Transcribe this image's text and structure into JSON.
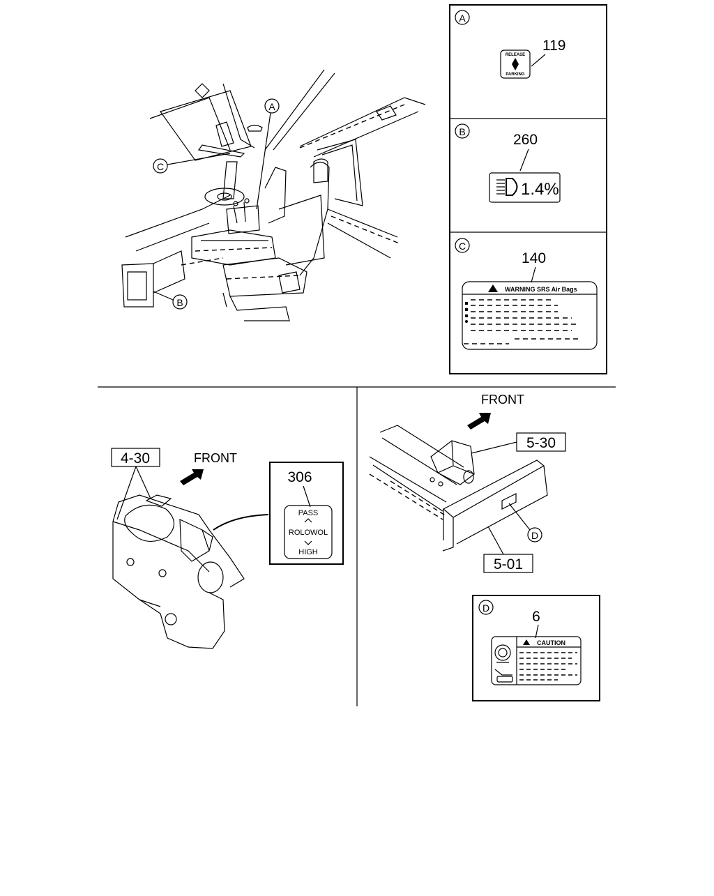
{
  "diagram": {
    "front_labels": [
      "FRONT",
      "FRONT"
    ],
    "interior_callouts": [
      "A",
      "B",
      "C"
    ],
    "panels": [
      {
        "letter": "A",
        "part_number": "119",
        "label_text": [
          "RELEASE",
          "PARKING"
        ]
      },
      {
        "letter": "B",
        "part_number": "260",
        "label_text": "1.4%"
      },
      {
        "letter": "C",
        "part_number": "140",
        "label_text": "WARNING SRS Air Bags"
      },
      {
        "letter": "D",
        "part_number": "6",
        "label_text": "CAUTION"
      }
    ],
    "cab_section": {
      "ref": "4-30",
      "part_number": "306",
      "label_lines": [
        "PASS",
        "ROLOWOL",
        "HIGH"
      ]
    },
    "frame_section": {
      "refs": [
        "5-30",
        "5-01"
      ],
      "callout": "D"
    }
  }
}
